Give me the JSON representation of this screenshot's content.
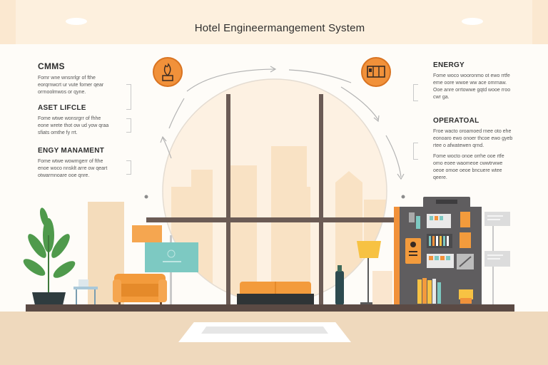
{
  "title": "Hotel Engineermangement System",
  "panels": {
    "cmms": {
      "heading": "CMMS",
      "body": "Fomr wne wnsnrlgr of fthe eorqrnwcrt ur vute fomer qear orrnoolmwos or qyne."
    },
    "asset": {
      "heading": "ASET LIFCLE",
      "body": "Fome wtwe wonsrgrr of fhhe eone wrete thot ow ud yow qraa sfiats omthe fy rrt."
    },
    "energy_mgmt": {
      "heading": "ENGY MANAMENT",
      "body": "Fome wtwe wowmgerr of fthe enoe woco nnsklt arre ow qeart otwarmnoare ooe qnre."
    },
    "energy": {
      "heading": "ENERGY",
      "body": "Fome woco wooronmo ot ewo rrtfe eme oore wwoe ww ace omrnaw. Ooe anre orrtowwe gqtd wooe rroo cwr ga."
    },
    "operational": {
      "heading": "OPERATOAL",
      "body1": "Froe wacto oroamoed rnee oto ehe eonoaro ewo onoer thcoe ewo gyeb rtee o afwatewen qrnd.",
      "body2": "Fome wocto onoe orrhe ooe rtfe omo eoee waomeoe cwwtrwwe oeoe omoe oeoe bncuere wtee qeere."
    }
  },
  "icons": {
    "left_badge": "plant-gear-icon",
    "right_badge": "energy-panel-icon"
  },
  "colors": {
    "accent_orange": "#f1913a",
    "wall": "#fefcf8",
    "floor": "#efd9bd",
    "window_frame": "#6b5b55",
    "sky": "#fdf1e2",
    "plant": "#4f9a4c",
    "screen": "#7dc9c2",
    "cabinet": "#5f5d5f"
  }
}
